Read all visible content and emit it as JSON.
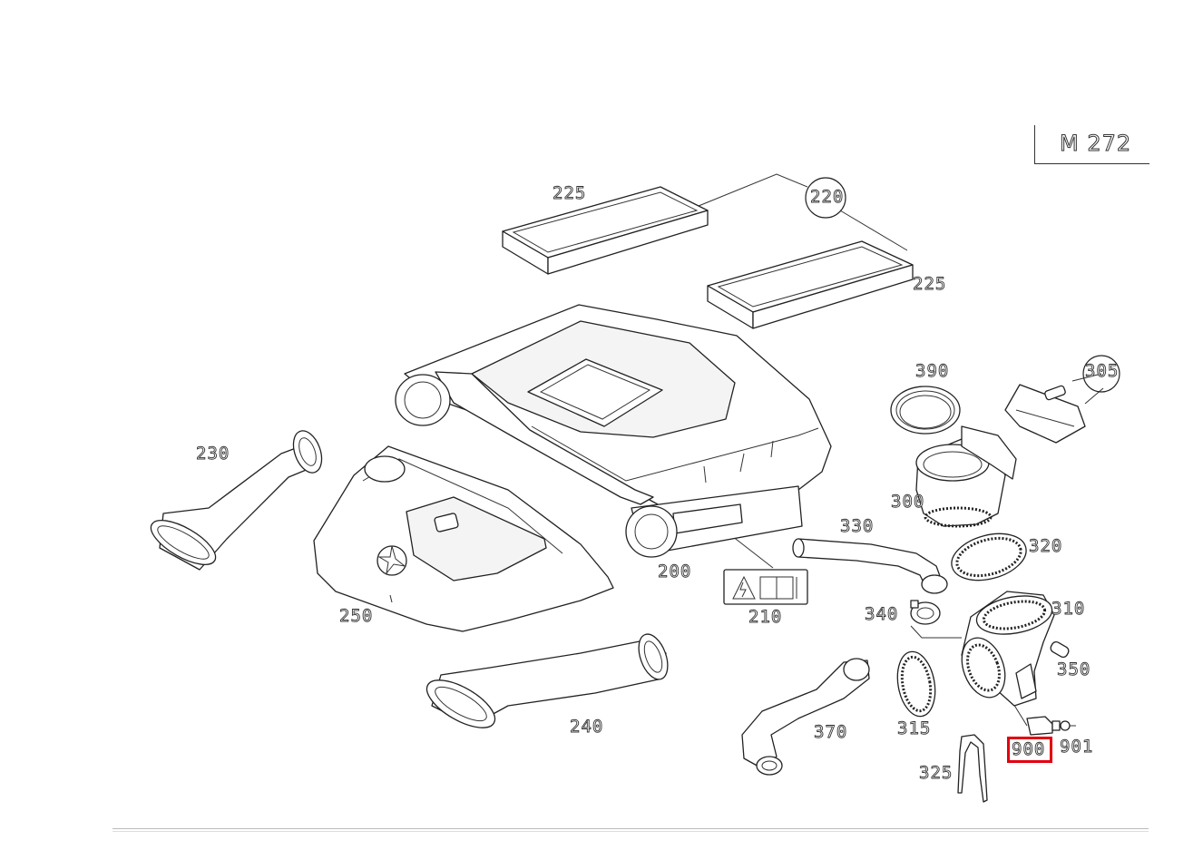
{
  "model": "M 272",
  "callouts": {
    "c225a": "225",
    "c220": "220",
    "c225b": "225",
    "c390": "390",
    "c305": "305",
    "c230": "230",
    "c300": "300",
    "c330": "330",
    "c320": "320",
    "c200": "200",
    "c210": "210",
    "c250": "250",
    "c340": "340",
    "c310": "310",
    "c350": "350",
    "c240": "240",
    "c370": "370",
    "c315": "315",
    "c900": "900",
    "c901": "901",
    "c325": "325"
  },
  "highlighted_part": "900",
  "colors": {
    "line": "#222222",
    "highlight": "#e3000f",
    "background": "#ffffff"
  }
}
